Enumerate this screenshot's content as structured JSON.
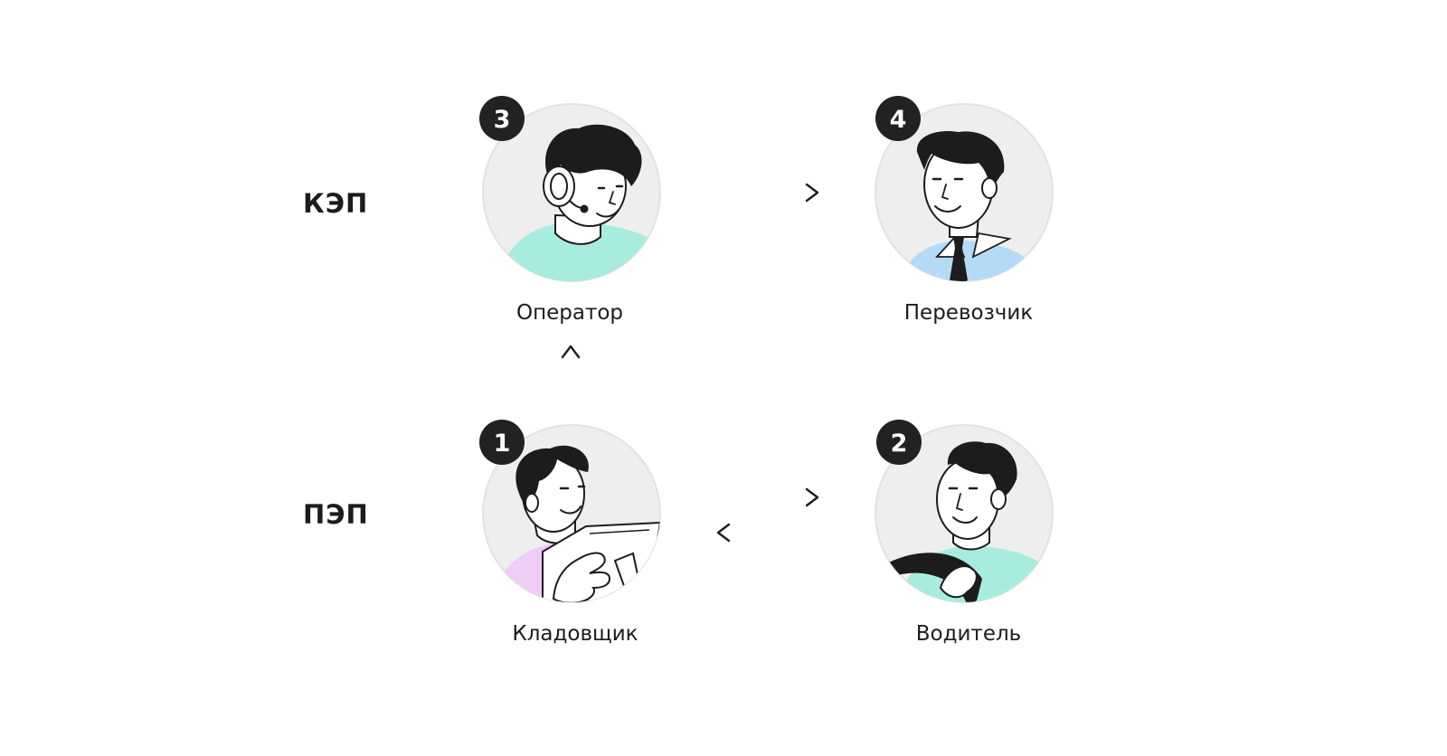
{
  "row_labels": {
    "kep": "КЭП",
    "pep": "ПЭП"
  },
  "roles": {
    "operator": {
      "number": "3",
      "name": "Оператор"
    },
    "carrier": {
      "number": "4",
      "name": "Перевозчик"
    },
    "storekeeper": {
      "number": "1",
      "name": "Кладовщик"
    },
    "driver": {
      "number": "2",
      "name": "Водитель"
    }
  },
  "colors": {
    "badge": "#222222",
    "avatar_bg": "#eeeeee",
    "mint": "#a8ecdf",
    "light_blue": "#b5daf6",
    "lilac": "#efcdf6",
    "ink": "#1c1c1c"
  },
  "icons": {
    "operator": "operator-with-headset-icon",
    "carrier": "businessman-with-tie-icon",
    "storekeeper": "storekeeper-with-documents-icon",
    "driver": "driver-at-steering-wheel-icon"
  }
}
